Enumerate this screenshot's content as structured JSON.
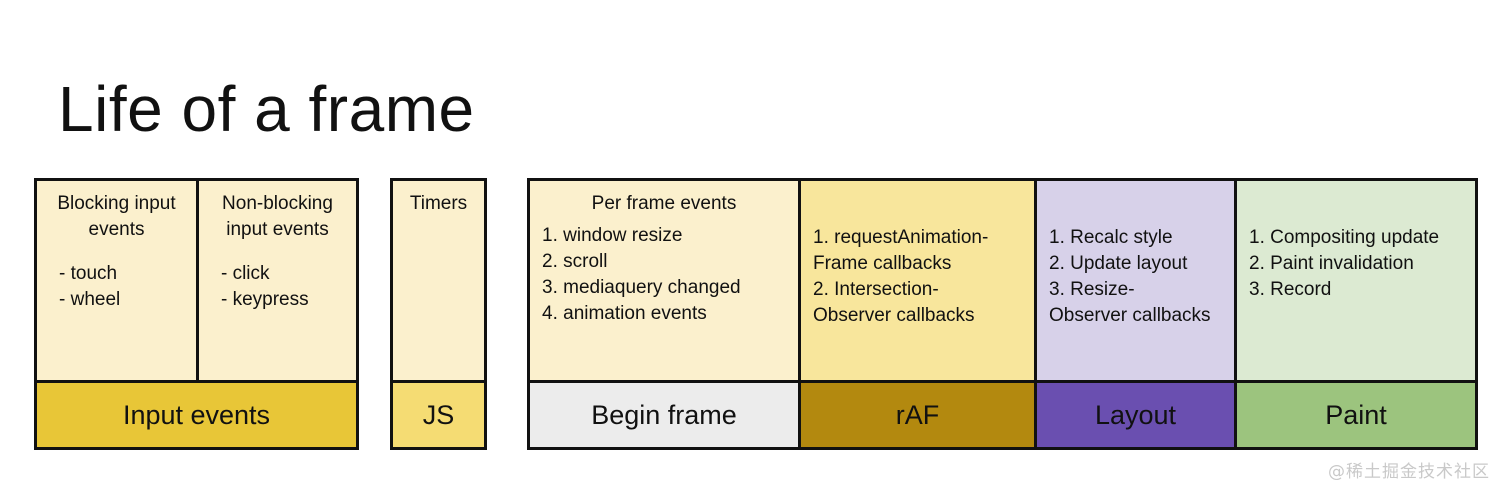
{
  "title": "Life of a frame",
  "watermark": "@稀土掘金技术社区",
  "colors": {
    "border": "#111111",
    "body_cream": "#FBF0CD",
    "body_yellow": "#F8E69C",
    "body_lavender": "#D7D1E9",
    "body_mint": "#DCEAD2",
    "footer_input_events": "#E8C637",
    "footer_js": "#F5DC73",
    "footer_begin_frame": "#ECECEC",
    "footer_raf": "#B3890F",
    "footer_layout": "#6A4FB0",
    "footer_paint": "#9CC47E"
  },
  "groups": [
    {
      "name": "input-events-group",
      "columns": [
        {
          "name": "blocking-input-events",
          "heading": "Blocking\ninput events",
          "items": [
            "- touch",
            "- wheel"
          ],
          "list_style": "dashed",
          "footer": "Input events",
          "footer_shared": true
        },
        {
          "name": "non-blocking-input-events",
          "heading": "Non-blocking\ninput events",
          "items": [
            "- click",
            "- keypress"
          ],
          "list_style": "dashed",
          "footer": "",
          "footer_shared": true
        }
      ],
      "footer_label": "Input events"
    },
    {
      "name": "timers-group",
      "columns": [
        {
          "name": "timers",
          "heading": "Timers",
          "items": [],
          "list_style": "none",
          "footer": "JS"
        }
      ]
    },
    {
      "name": "frame-pipeline-group",
      "columns": [
        {
          "name": "begin-frame",
          "heading": "Per frame events",
          "items": [
            "1. window resize",
            "2. scroll",
            "3. mediaquery changed",
            "4. animation events"
          ],
          "list_style": "numbered",
          "footer": "Begin frame"
        },
        {
          "name": "raf",
          "heading": "",
          "items": [
            "1. requestAnimation-\nFrame callbacks",
            "2. Intersection-\nObserver callbacks"
          ],
          "list_style": "tight",
          "footer": "rAF"
        },
        {
          "name": "layout",
          "heading": "",
          "items": [
            "1. Recalc style",
            "2. Update layout",
            "3. Resize-\nObserver callbacks"
          ],
          "list_style": "tight",
          "footer": "Layout"
        },
        {
          "name": "paint",
          "heading": "",
          "items": [
            "1. Compositing update",
            "2. Paint invalidation",
            "3. Record"
          ],
          "list_style": "tight",
          "footer": "Paint"
        }
      ]
    }
  ]
}
